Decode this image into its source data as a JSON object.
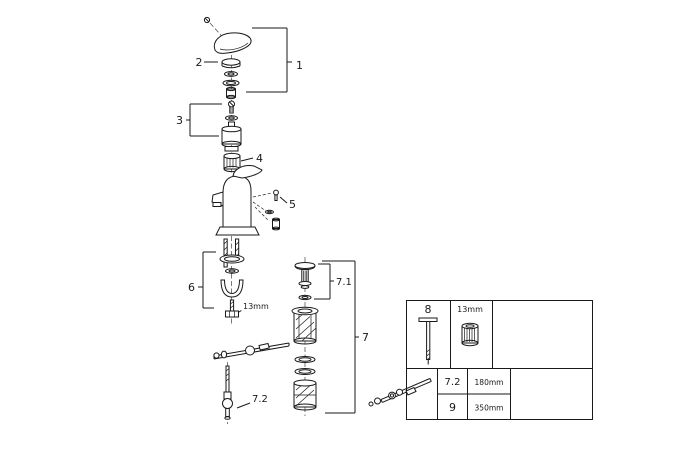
{
  "colors": {
    "ink": "#1a1a1a",
    "background": "#ffffff"
  },
  "diagram": {
    "callouts": {
      "item1": "1",
      "item2": "2",
      "item3": "3",
      "item4": "4",
      "item5": "5",
      "item6": "6",
      "item7": "7",
      "item7_1": "7.1",
      "item7_2": "7.2"
    },
    "nut_size_label": "13mm"
  },
  "tool_box": {
    "tool_number": "8",
    "socket_size": "13mm"
  },
  "variant_table": {
    "rows": [
      {
        "item": "7.2",
        "length": "180mm"
      },
      {
        "item": "9",
        "length": "350mm"
      }
    ]
  }
}
